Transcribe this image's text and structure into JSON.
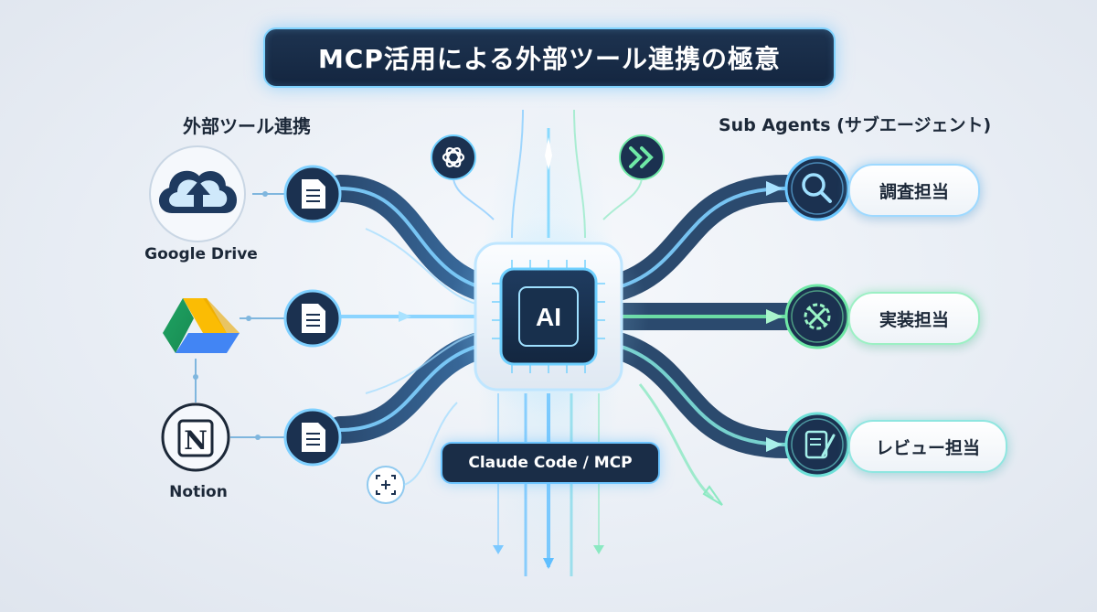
{
  "title": "MCP活用による外部ツール連携の極意",
  "left_section": {
    "heading": "外部ツール連携",
    "tools": [
      {
        "name": "Google Drive",
        "icon": "cloud-upload-icon"
      },
      {
        "name": "",
        "icon": "google-drive-logo-icon"
      },
      {
        "name": "Notion",
        "icon": "notion-logo-icon"
      }
    ]
  },
  "right_section": {
    "heading": "Sub Agents (サブエージェント)",
    "agents": [
      {
        "label": "調査担当",
        "icon": "magnifier-icon",
        "color": "#6cc8ff"
      },
      {
        "label": "実装担当",
        "icon": "gear-tools-icon",
        "color": "#6fe8a6"
      },
      {
        "label": "レビュー担当",
        "icon": "clipboard-pen-icon",
        "color": "#6fe0d8"
      }
    ]
  },
  "center": {
    "chip_label": "AI",
    "caption": "Claude Code / MCP"
  },
  "colors": {
    "navy": "#152a44",
    "blue_glow": "#4fb8ff",
    "green_glow": "#5fe6a0"
  }
}
